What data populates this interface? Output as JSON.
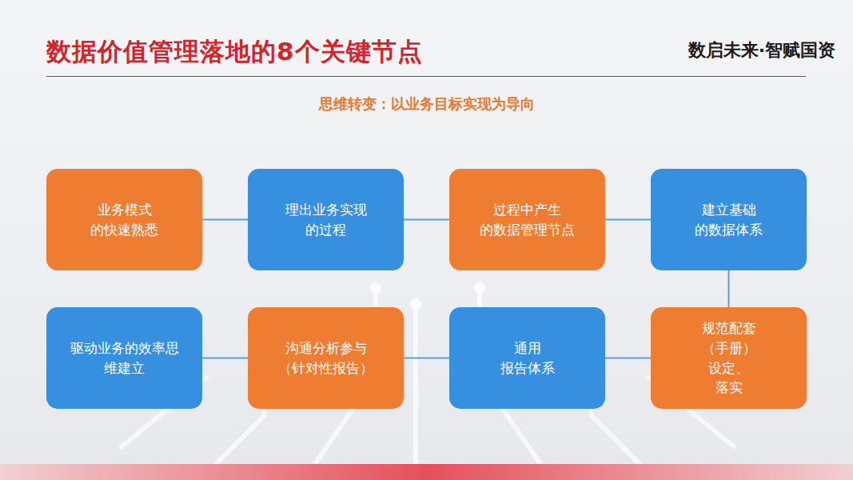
{
  "diagram": {
    "title": "数据价值管理落地的8个关键节点",
    "nodes": [
      {
        "text": [
          "业务模式 的快速熟悉"
        ]
      },
      {
        "text": [
          "理出业务实现 的过程"
        ]
      },
      {
        "text": [
          "过程中产生 的数据管理节点"
        ]
      },
      {
        "text": [
          "建立基础 的数据体系"
        ]
      },
      {
        "text": [
          "规范配套（手册） 设定、落实"
        ]
      },
      {
        "text": [
          "通用 报告体系"
        ]
      },
      {
        "text": [
          "沟通分析参与 （针对性报告）"
        ]
      },
      {
        "text": [
          "驱动业务的效率思 维建立"
        ]
      }
    ],
    "edges": [
      {
        "from": 0,
        "to": 1,
        "arrow": "none"
      },
      {
        "from": 1,
        "to": 2,
        "arrow": "none"
      },
      {
        "from": 2,
        "to": 3,
        "arrow": "none"
      },
      {
        "from": 3,
        "to": 4,
        "arrow": "none"
      },
      {
        "from": 4,
        "to": 5,
        "arrow": "none"
      },
      {
        "from": 5,
        "to": 6,
        "arrow": "none"
      },
      {
        "from": 6,
        "to": 7,
        "arrow": "none"
      }
    ],
    "labels": [
      "数启未来·智赋国资",
      "思维转变：以业务目标实现为导向"
    ]
  }
}
